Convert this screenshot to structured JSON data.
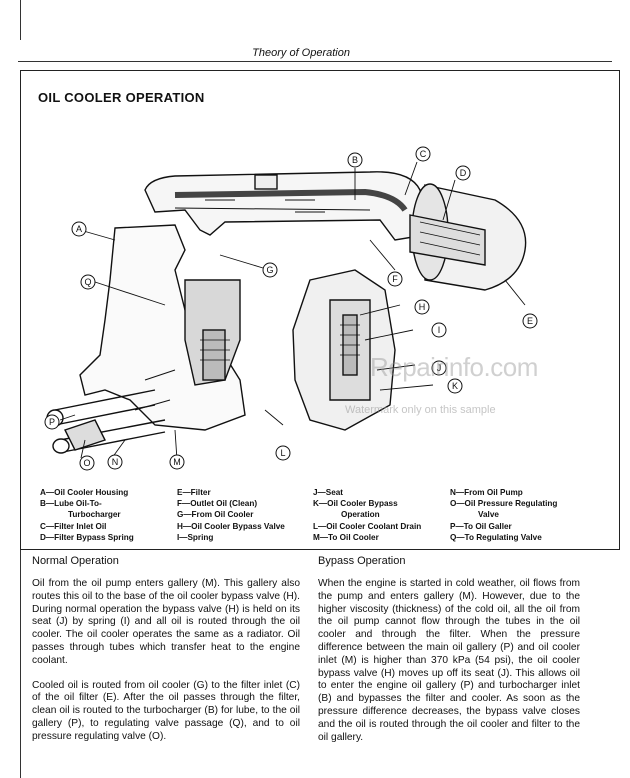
{
  "header": {
    "title": "Theory of Operation"
  },
  "section_title": "OIL COOLER OPERATION",
  "callouts": [
    "A",
    "B",
    "C",
    "D",
    "E",
    "F",
    "G",
    "H",
    "I",
    "J",
    "K",
    "L",
    "M",
    "N",
    "O",
    "P",
    "Q"
  ],
  "legend": {
    "col1": [
      "A—Oil Cooler Housing",
      "B—Lube Oil-To-",
      "Turbocharger",
      "C—Filter Inlet Oil",
      "D—Filter Bypass Spring"
    ],
    "col2": [
      "E—Filter",
      "F—Outlet Oil (Clean)",
      "G—From Oil Cooler",
      "H—Oil Cooler Bypass Valve",
      "I—Spring"
    ],
    "col3": [
      "J—Seat",
      "K—Oil Cooler Bypass",
      "Operation",
      "L—Oil Cooler Coolant Drain",
      "M—To Oil Cooler"
    ],
    "col4": [
      "N—From Oil Pump",
      "O—Oil Pressure Regulating",
      "Valve",
      "P—To Oil Galler",
      "Q—To Regulating Valve"
    ]
  },
  "normal": {
    "title": "Normal Operation",
    "p1": "Oil from the oil pump enters gallery (M). This gallery also routes this oil to the base of the oil cooler bypass valve (H). During normal operation the bypass valve (H) is held on its seat (J) by spring (I) and all oil is routed through the oil cooler. The oil cooler operates the same as a radiator. Oil passes through tubes which transfer heat to the engine coolant.",
    "p2": "Cooled oil is routed from oil cooler (G) to the filter inlet (C) of the oil filter (E). After the oil passes through the filter, clean oil is routed to the turbocharger (B) for lube, to the oil gallery (P), to regulating valve passage (Q), and to oil pressure regulating valve (O)."
  },
  "bypass": {
    "title": "Bypass Operation",
    "p1": "When the engine is started in cold weather, oil flows from the pump and enters gallery (M). However, due to the higher viscosity (thickness) of the cold oil, all the oil from the oil pump cannot flow through the tubes in the oil cooler and through the filter. When the pressure difference between the main oil gallery (P) and oil cooler inlet (M) is higher than 370 kPa (54 psi), the oil cooler bypass valve (H) moves up off its seat (J). This allows oil to enter the engine oil gallery (P) and turbocharger inlet (B) and bypasses the filter and cooler. As soon as the pressure difference decreases, the bypass valve closes and the oil is routed through the oil cooler and filter to the oil gallery."
  },
  "watermark": {
    "main": "Repairinfo.com",
    "sub": "Watermark only on this sample"
  }
}
